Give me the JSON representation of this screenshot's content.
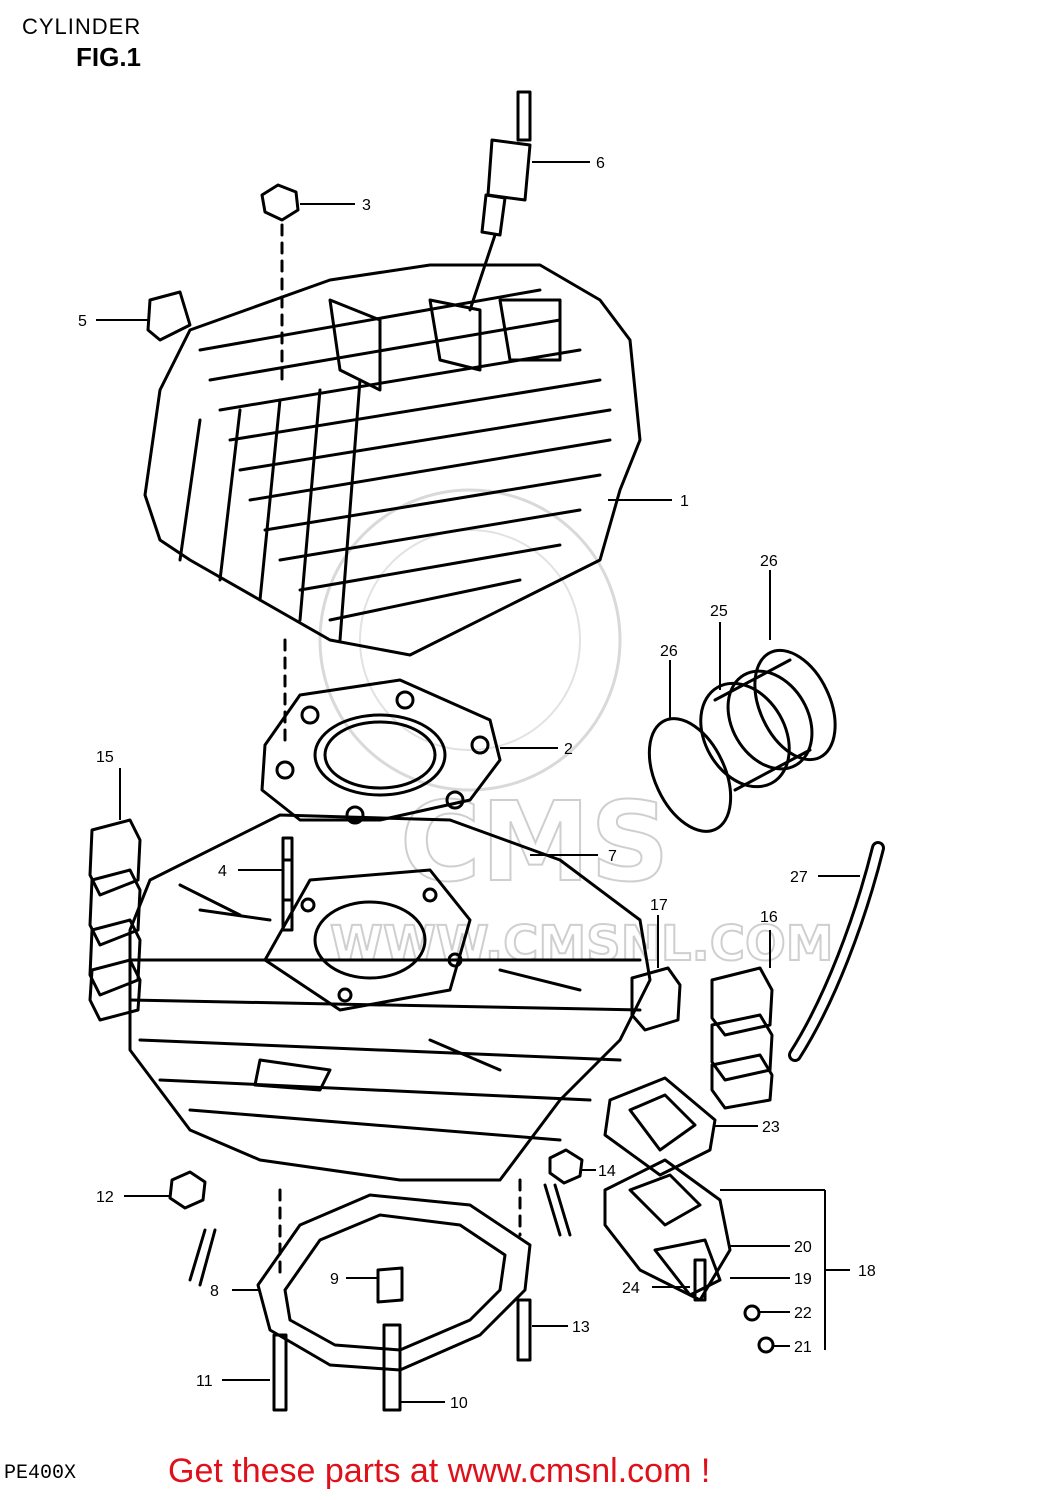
{
  "header": {
    "title": "CYLINDER",
    "figure": "FIG.1"
  },
  "footer": {
    "model": "PE400X",
    "promo": "Get these parts at www.cmsnl.com !"
  },
  "watermark": {
    "brand": "CMS",
    "url": "WWW.CMSNL.COM"
  },
  "colors": {
    "promo": "#e0101a",
    "ink": "#000000",
    "watermark": "#cfcfcf"
  },
  "callouts": {
    "c1": "1",
    "c2": "2",
    "c3": "3",
    "c4": "4",
    "c5": "5",
    "c6": "6",
    "c7": "7",
    "c8": "8",
    "c9": "9",
    "c10": "10",
    "c11": "11",
    "c12": "12",
    "c13": "13",
    "c14": "14",
    "c15": "15",
    "c16": "16",
    "c17": "17",
    "c18": "18",
    "c19": "19",
    "c20": "20",
    "c21": "21",
    "c22": "22",
    "c23": "23",
    "c24": "24",
    "c25": "25",
    "c26a": "26",
    "c26b": "26",
    "c27": "27"
  }
}
